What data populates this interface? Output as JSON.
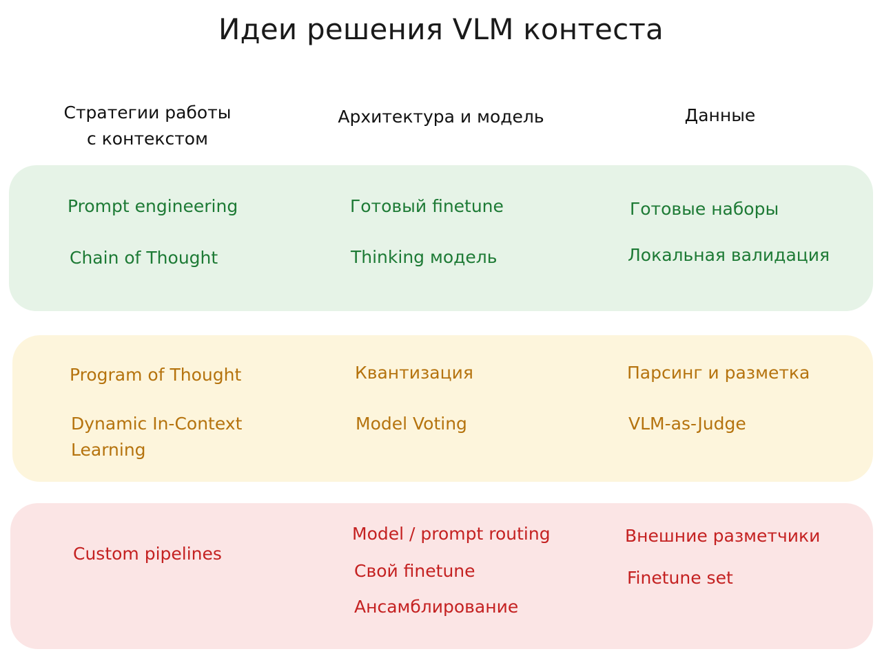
{
  "title": "Идеи решения VLM контеста",
  "columns": [
    "Стратегии работы\nс контекстом",
    "Архитектура и модель",
    "Данные"
  ],
  "bands": [
    {
      "name": "green",
      "background": "#e6f3e7",
      "text_color": "#1d7a35",
      "cells": [
        [
          "Prompt engineering",
          "Chain of Thought"
        ],
        [
          "Готовый finetune",
          "Thinking модель"
        ],
        [
          "Готовые наборы",
          "Локальная валидация"
        ]
      ]
    },
    {
      "name": "yellow",
      "background": "#fdf5dc",
      "text_color": "#b5730e",
      "cells": [
        [
          "Program of Thought",
          "Dynamic In-Context\nLearning"
        ],
        [
          "Квантизация",
          "Model Voting"
        ],
        [
          "Парсинг и разметка",
          "VLM-as-Judge"
        ]
      ]
    },
    {
      "name": "red",
      "background": "#fbe5e5",
      "text_color": "#c42121",
      "cells": [
        [
          "Custom pipelines"
        ],
        [
          "Model / prompt routing",
          "Свой finetune",
          "Ансамблирование"
        ],
        [
          "Внешние разметчики",
          "Finetune set"
        ]
      ]
    }
  ]
}
